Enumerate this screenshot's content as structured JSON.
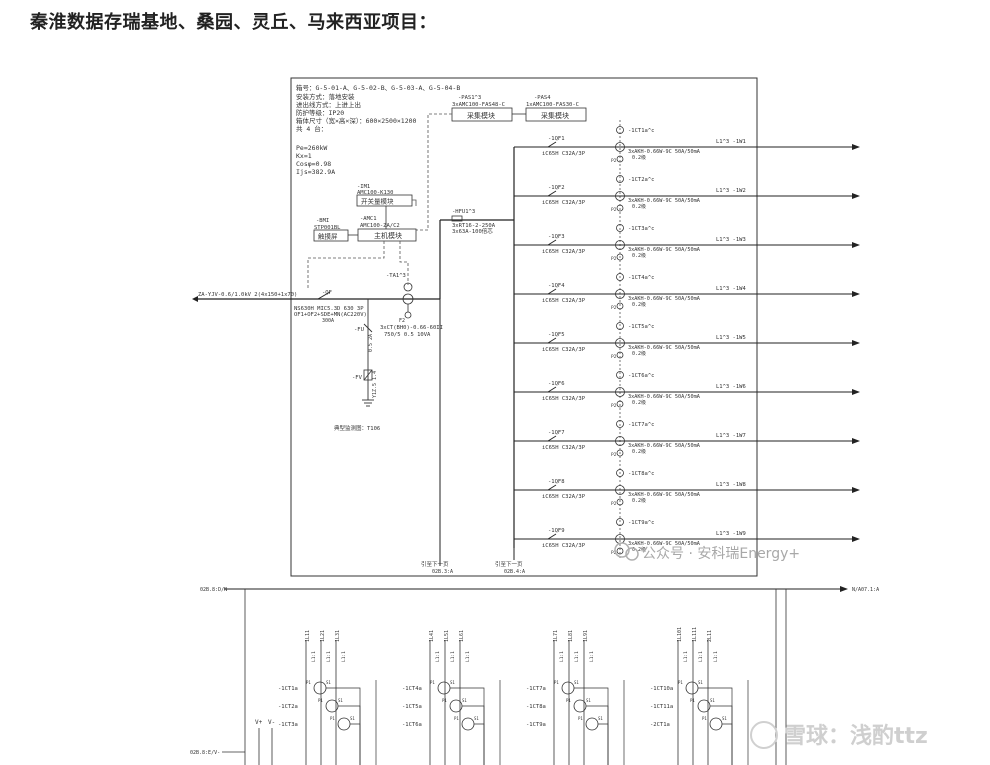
{
  "heading": "秦淮数据存瑞基地、桑园、灵丘、马来西亚项目：",
  "info": {
    "lines": [
      "箱号：G-5-01-A、G-5-02-B、G-5-03-A、G-5-04-B",
      "安装方式：落地安装",
      "进出线方式：上进上出",
      "防护等级：IP20",
      "箱体尺寸（宽×高×深）：600×2500×1200",
      "共 4 台："
    ],
    "params": [
      "Pe=260kW",
      "Kx=1",
      "Cosφ=0.98",
      "Ijs=382.9A"
    ]
  },
  "modules": {
    "pas1": {
      "tag": "-PAS1^3",
      "model": "3xAMC100-FAS48-C",
      "label": "采集模块"
    },
    "pas4": {
      "tag": "-PAS4",
      "model": "1xAMC100-FAS30-C",
      "label": "采集模块"
    },
    "io": {
      "tag": "-IM1",
      "model": "AMC100-K130",
      "label": "开关量模块"
    },
    "amc": {
      "tag": "-AMC1",
      "model": "AMC100-ZA/C2",
      "label": "主机模块"
    },
    "ts": {
      "tag": "-BMI",
      "model": "STP001BL",
      "label": "触摸屏"
    }
  },
  "incoming": {
    "cable": "ZA-YJV-0.6/1.0kV 2(4x150+1x70)",
    "breaker_tag": "-QF",
    "breaker_model": "NS630H MIC5.3D 630 3P",
    "breaker_note": "OF1+OF2+SDE+MN(AC220V)",
    "breaker_note2": "300A",
    "ta_tag": "-TA1^3",
    "ct_model": "3xCT(BH0)-0.66-60II",
    "ct_ratio": "750/5 0.5 10VA",
    "fu_tag": "-FU",
    "fv_tag": "-FV",
    "fv_model": "Y1Z.5 1.4",
    "fu_model": "0.5 2A",
    "pe": "PE",
    "ref": "典型监测图：T106"
  },
  "busbar_ref": {
    "tag": "-HFU1^3",
    "line1": "3xRT16-2-250A",
    "line2": "3x63A-100倍芯"
  },
  "feeders": [
    {
      "qf": "-1QF1",
      "model": "iC65H C32A/3P",
      "ct": "-1CT1a^c",
      "rcd": "3xAKH-0.66W-9C 50A/50mA",
      "rcd2": "0.2级",
      "out": "L1^3 -1W1"
    },
    {
      "qf": "-1QF2",
      "model": "iC65H C32A/3P",
      "ct": "-1CT2a^c",
      "rcd": "3xAKH-0.66W-9C 50A/50mA",
      "rcd2": "0.2级",
      "out": "L1^3 -1W2"
    },
    {
      "qf": "-1QF3",
      "model": "iC65H C32A/3P",
      "ct": "-1CT3a^c",
      "rcd": "3xAKH-0.66W-9C 50A/50mA",
      "rcd2": "0.2级",
      "out": "L1^3 -1W3"
    },
    {
      "qf": "-1QF4",
      "model": "iC65H C32A/3P",
      "ct": "-1CT4a^c",
      "rcd": "3xAKH-0.66W-9C 50A/50mA",
      "rcd2": "0.2级",
      "out": "L1^3 -1W4"
    },
    {
      "qf": "-1QF5",
      "model": "iC65H C32A/3P",
      "ct": "-1CT5a^c",
      "rcd": "3xAKH-0.66W-9C 50A/50mA",
      "rcd2": "0.2级",
      "out": "L1^3 -1W5"
    },
    {
      "qf": "-1QF6",
      "model": "iC65H C32A/3P",
      "ct": "-1CT6a^c",
      "rcd": "3xAKH-0.66W-9C 50A/50mA",
      "rcd2": "0.2级",
      "out": "L1^3 -1W6"
    },
    {
      "qf": "-1QF7",
      "model": "iC65H C32A/3P",
      "ct": "-1CT7a^c",
      "rcd": "3xAKH-0.66W-9C 50A/50mA",
      "rcd2": "0.2级",
      "out": "L1^3 -1W7"
    },
    {
      "qf": "-1QF8",
      "model": "iC65H C32A/3P",
      "ct": "-1CT8a^c",
      "rcd": "3xAKH-0.66W-9C 50A/50mA",
      "rcd2": "0.2级",
      "out": "L1^3 -1W8"
    },
    {
      "qf": "-1QF9",
      "model": "iC65H C32A/3P",
      "ct": "-1CT9a^c",
      "rcd": "3xAKH-0.66W-9C 50A/50mA",
      "rcd2": "0.2级",
      "out": "L1^3 -1W9"
    }
  ],
  "next_page": [
    {
      "label": "引至下一页",
      "ref": "02B.3:A"
    },
    {
      "label": "引至下一页",
      "ref": "02B.4:A"
    }
  ],
  "bottom": {
    "left_ref": "02B.8:D/N",
    "right_ref": "N/A07.1:A",
    "bus_ref": "02B.8:E/V-",
    "vplus": "V+",
    "vminus": "V-",
    "groups": [
      {
        "ct1": "-1CT1a",
        "ct2": "-1CT2a",
        "ct3": "-1CT3a",
        "tags": [
          "1L11",
          "1L21",
          "1L31"
        ]
      },
      {
        "ct1": "-1CT4a",
        "ct2": "-1CT5a",
        "ct3": "-1CT6a",
        "tags": [
          "1L41",
          "1L51",
          "1L61"
        ]
      },
      {
        "ct1": "-1CT7a",
        "ct2": "-1CT8a",
        "ct3": "-1CT9a",
        "tags": [
          "1L71",
          "1L81",
          "1L91"
        ]
      },
      {
        "ct1": "-1CT10a",
        "ct2": "-1CT11a",
        "ct3": "-2CT1a",
        "tags": [
          "1L101",
          "1L111",
          "2L11"
        ]
      }
    ]
  },
  "watermarks": {
    "wechat": "公众号 · 安科瑞Energy+",
    "xueqiu": "雪球：浅酌ttz"
  }
}
